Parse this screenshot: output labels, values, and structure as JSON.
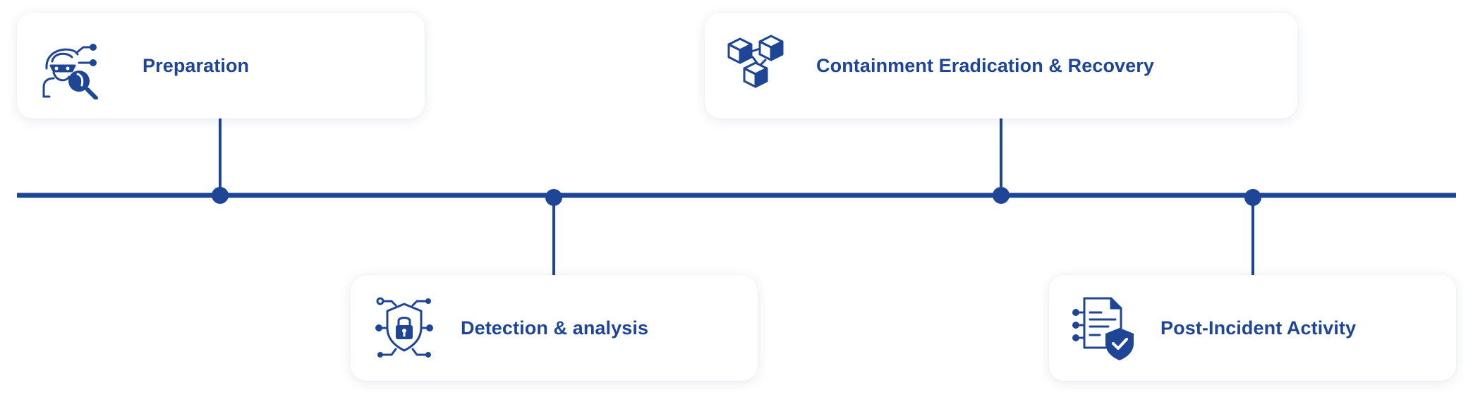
{
  "colors": {
    "primary": "#1f4596",
    "card_background": "#ffffff"
  },
  "stages": [
    {
      "label": "Preparation",
      "icon": "hacker-magnifier-icon",
      "position": "above"
    },
    {
      "label": "Detection & analysis",
      "icon": "shield-lock-icon",
      "position": "below"
    },
    {
      "label": "Containment Eradication & Recovery",
      "icon": "cubes-icon",
      "position": "above"
    },
    {
      "label": "Post-Incident Activity",
      "icon": "document-shield-check-icon",
      "position": "below"
    }
  ]
}
